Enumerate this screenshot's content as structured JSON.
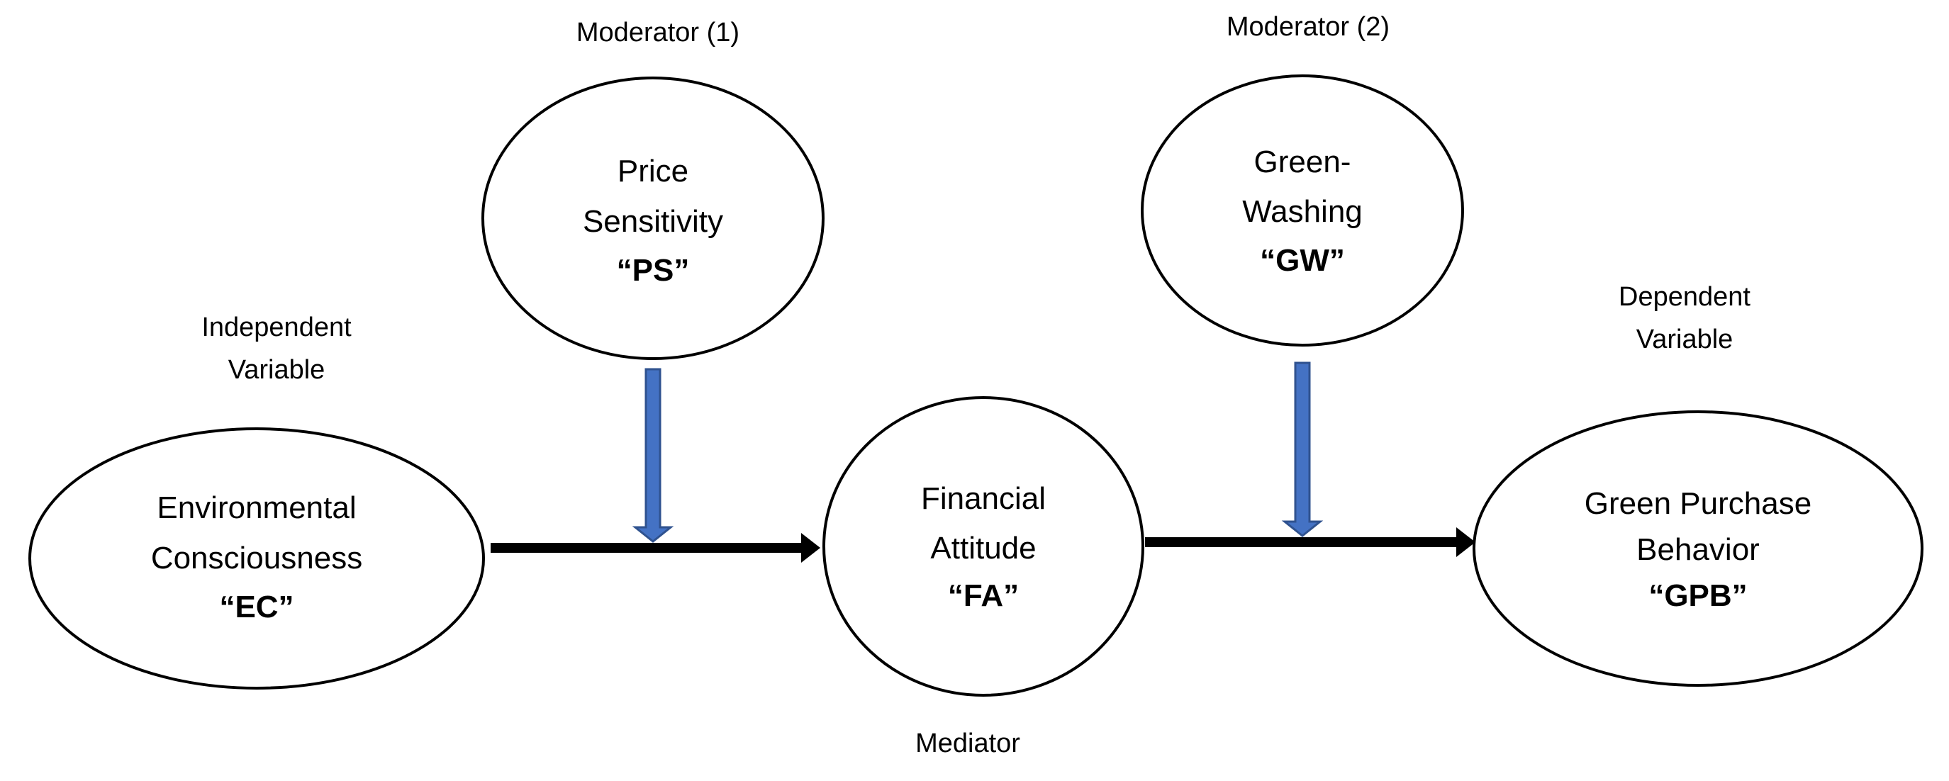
{
  "roles": {
    "moderator_1": "Moderator (1)",
    "moderator_2": "Moderator (2)",
    "independent": [
      "Independent",
      "Variable"
    ],
    "dependent": [
      "Dependent",
      "Variable"
    ],
    "mediator": "Mediator"
  },
  "nodes": {
    "ec": {
      "lines": [
        "Environmental",
        "Consciousness"
      ],
      "abbr": "“EC”"
    },
    "ps": {
      "lines": [
        "Price",
        "Sensitivity"
      ],
      "abbr": "“PS”"
    },
    "fa": {
      "lines": [
        "Financial",
        "Attitude"
      ],
      "abbr": "“FA”"
    },
    "gw": {
      "lines": [
        "Green-",
        "Washing"
      ],
      "abbr": "“GW”"
    },
    "gpb": {
      "lines": [
        "Green Purchase",
        "Behavior"
      ],
      "abbr": "“GPB”"
    }
  },
  "colors": {
    "moderator_arrow_fill": "#4472C4",
    "moderator_arrow_stroke": "#2F528F",
    "main_arrow": "#000000"
  }
}
